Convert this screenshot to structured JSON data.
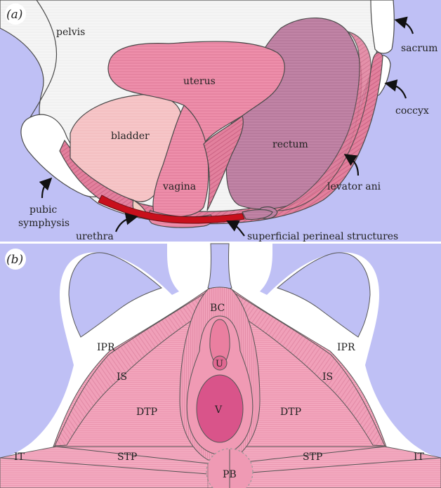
{
  "panel_a": {
    "tag": "(a)",
    "labels": {
      "pelvis": "pelvis",
      "uterus": "uterus",
      "bladder": "bladder",
      "rectum": "rectum",
      "vagina": "vagina",
      "sacrum": "sacrum",
      "coccyx": "coccyx",
      "levator_ani": "levator ani",
      "pubic_1": "pubic",
      "pubic_2": "symphysis",
      "urethra": "urethra",
      "superficial": "superficial perineal structures"
    }
  },
  "panel_b": {
    "tag": "(b)",
    "labels": {
      "bc": "BC",
      "u": "U",
      "v": "V",
      "pb": "PB",
      "ipr_left": "IPR",
      "ipr_right": "IPR",
      "is_left": "IS",
      "is_right": "IS",
      "dtp_left": "DTP",
      "dtp_right": "DTP",
      "stp_left": "STP",
      "stp_right": "STP",
      "it_left": "IT",
      "it_right": "IT"
    }
  },
  "colors": {
    "background": "#bfc0f5",
    "pelvis_fill": "#f4f4f4",
    "bone": "#ffffff",
    "pink": "#ec8aa6",
    "light_pink": "#f7c9cc",
    "mauve": "#c184a6",
    "red": "#c8101c"
  }
}
